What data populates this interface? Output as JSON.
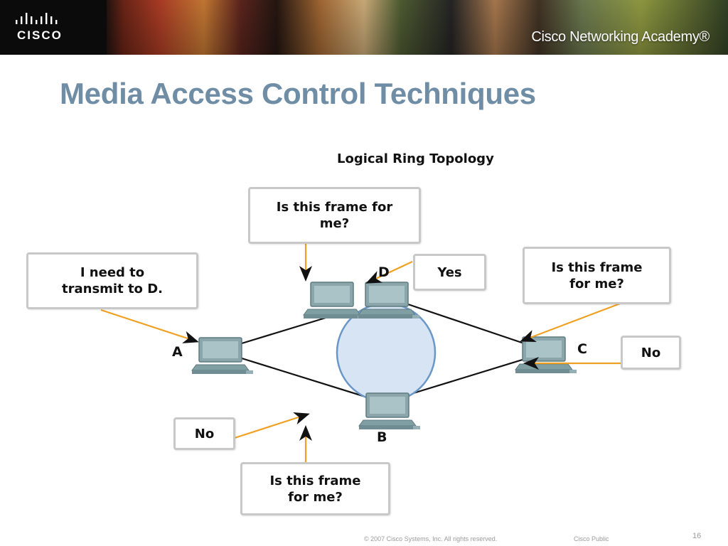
{
  "header": {
    "logo_text": "CISCO",
    "academy_text": "Cisco Networking Academy®"
  },
  "slide": {
    "title": "Media Access Control Techniques"
  },
  "diagram": {
    "title": "Logical Ring Topology",
    "nodes": [
      "A",
      "B",
      "C",
      "D"
    ],
    "callouts": {
      "a_transmit_line1": "I need to",
      "a_transmit_line2": "transmit to D.",
      "top_question_line1": "Is this frame for",
      "top_question_line2": "me?",
      "d_answer": "Yes",
      "right_question_line1": "Is this frame",
      "right_question_line2": "for me?",
      "c_answer": "No",
      "b_answer": "No",
      "bottom_question_line1": "Is this frame",
      "bottom_question_line2": "for me?"
    },
    "colors": {
      "arrow": "#f0a020",
      "ring": "#111111",
      "token_fill": "#d6e4f3",
      "token_stroke": "#6a96c8",
      "computer": "#7f9fa3"
    }
  },
  "footer": {
    "copyright": "© 2007 Cisco Systems, Inc. All rights reserved.",
    "classification": "Cisco Public",
    "page_number": "16"
  }
}
